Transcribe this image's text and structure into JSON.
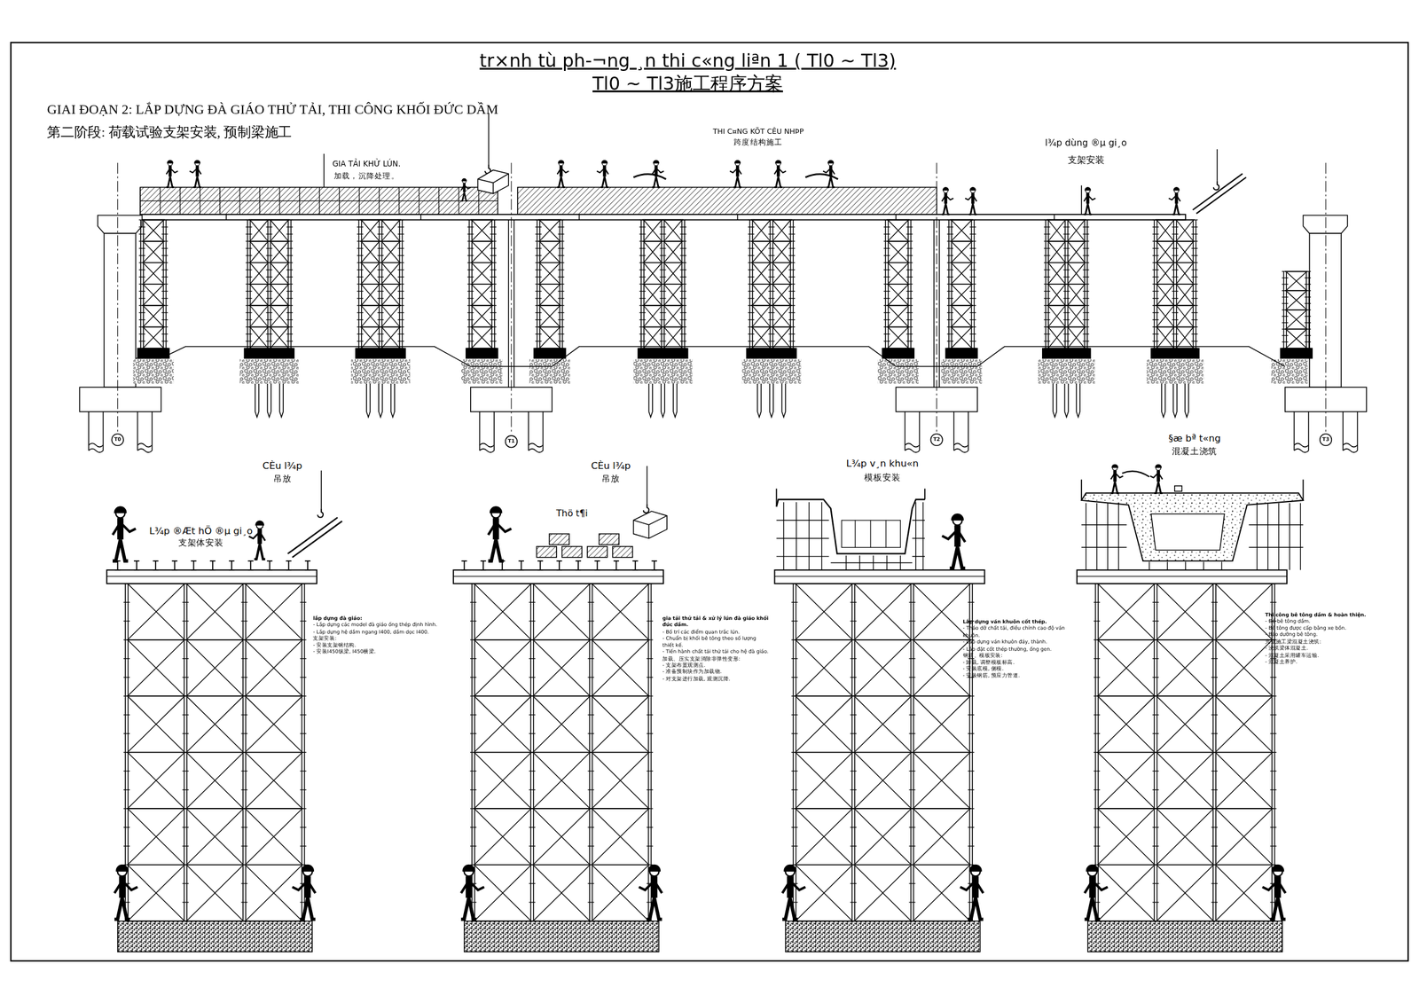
{
  "diagram": {
    "title": "tr×nh tù ph-¬ng ¸n thi c«ng liªn 1 ( Tl0 ~ Tl3)",
    "nodes": [
      {
        "text": [
          "T0"
        ]
      },
      {
        "text": [
          "T1"
        ]
      },
      {
        "text": [
          "T2"
        ]
      },
      {
        "text": [
          "T3"
        ]
      }
    ],
    "labels": [
      "Tl0 ~ Tl3施工程序方案",
      "GIAI ĐOẠN 2: LẮP DỰNG ĐÀ GIÁO THỬ TẢI, THI CÔNG KHỐI ĐỨC DẦM",
      "第二阶段: 荷载试验支架安装, 预制梁施工",
      "GIA TẢI KHỬ LÚN.",
      "加载，沉降处理。",
      "THI C¤NG KÕT CÊU NHÞP",
      "跨度结构施工",
      "l¾p dùng ®µ gi¸o",
      "支架安装",
      "CÈu l¾p",
      "吊放",
      "L¾p ®Æt hÖ ®µ gi¸o",
      "支架体安装",
      "CÈu l¾p",
      "吊放",
      "Thö t¶i",
      "L¾p v¸n khu«n",
      "模板安装",
      "§æ bª t«ng",
      "混凝土浇筑",
      "lắp dựng đà giáo:",
      "- Lắp dựng các model đà giáo ống thép định hình.",
      "- Lắp dựng hệ dầm ngang I400, dầm dọc I400.",
      "支架安装:",
      "- 安装支架钢结构.",
      "- 安装I450纵梁, I450横梁.",
      "gia tải thử tải & xử lý lún đà giáo khối đúc dầm.",
      "- Bố trí các điểm quan trắc lún.",
      "- Chuẩn bị khối bê tông theo số lượng thiết kế.",
      "- Tiến hành chất tải thử tải cho hệ đà giáo.",
      "加载、压实支架消除非弹性变形:",
      "- 支架布置观测点.",
      "- 准备预制块作为加载物.",
      "- 对支架进行加载, 观测沉降.",
      "Lắp dựng ván khuôn cốt thép.",
      "- Tháo dỡ chất tải, điều chỉnh cao độ ván khuôn.",
      "- Lắp dựng ván khuôn đáy, thành.",
      "- Lắp đặt cốt thép thường, ống gen.",
      "钢筋、模板安装:",
      "- 卸载, 调整模板标高.",
      "- 安装底模, 侧模.",
      "- 安装钢筋, 预应力管道.",
      "Thi công bê tông dầm & hoàn thiện.",
      "- Đổ bê tông dầm.",
      "- Bê tông được cấp bằng xe bồn.",
      "- Bảo dưỡng bê tông.",
      "完成施工梁混凝土浇筑:",
      "- 浇筑梁体混凝土.",
      "- 混凝土采用罐车运输.",
      "- 混凝土养护."
    ]
  }
}
